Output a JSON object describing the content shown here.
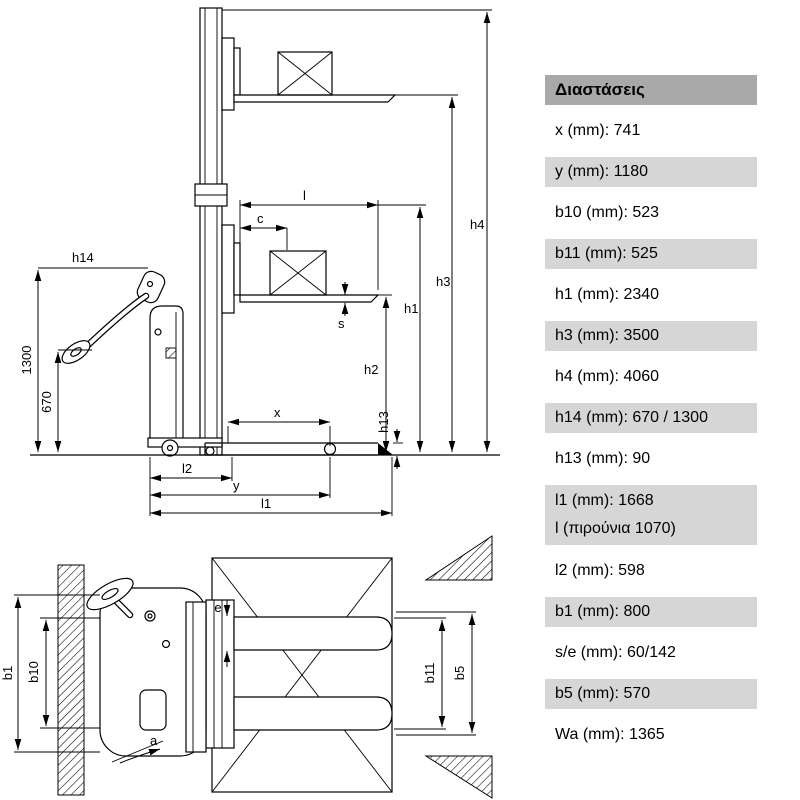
{
  "panel": {
    "header": "Διαστάσεις",
    "rows": [
      {
        "text": "x (mm): 741"
      },
      {
        "text": "y (mm): 1180"
      },
      {
        "text": "b10 (mm): 523"
      },
      {
        "text": "b11 (mm): 525"
      },
      {
        "text": "h1 (mm): 2340"
      },
      {
        "text": "h3 (mm): 3500"
      },
      {
        "text": "h4 (mm): 4060"
      },
      {
        "text": "h14 (mm): 670 / 1300"
      },
      {
        "text": "h13 (mm): 90"
      },
      {
        "text": "l1 (mm): 1668",
        "text2": "l (πιρούνια 1070)"
      },
      {
        "text": "l2 (mm): 598"
      },
      {
        "text": "b1 (mm): 800"
      },
      {
        "text": "s/e (mm): 60/142"
      },
      {
        "text": "b5 (mm): 570"
      },
      {
        "text": "Wa (mm): 1365"
      }
    ],
    "colors": {
      "header_bg": "#a9a9a9",
      "row_shaded_bg": "#d6d6d6",
      "text": "#000000"
    }
  },
  "diagram": {
    "labels": {
      "h4": "h4",
      "h3": "h3",
      "h1": "h1",
      "h2": "h2",
      "h13": "h13",
      "h14": "h14",
      "height_1300": "1300",
      "height_670": "670",
      "l": "l",
      "c": "c",
      "s": "s",
      "x": "x",
      "y": "y",
      "l2": "l2",
      "l1": "l1",
      "b1": "b1",
      "b10": "b10",
      "e": "e",
      "b11": "b11",
      "b5": "b5",
      "a": "a"
    }
  }
}
